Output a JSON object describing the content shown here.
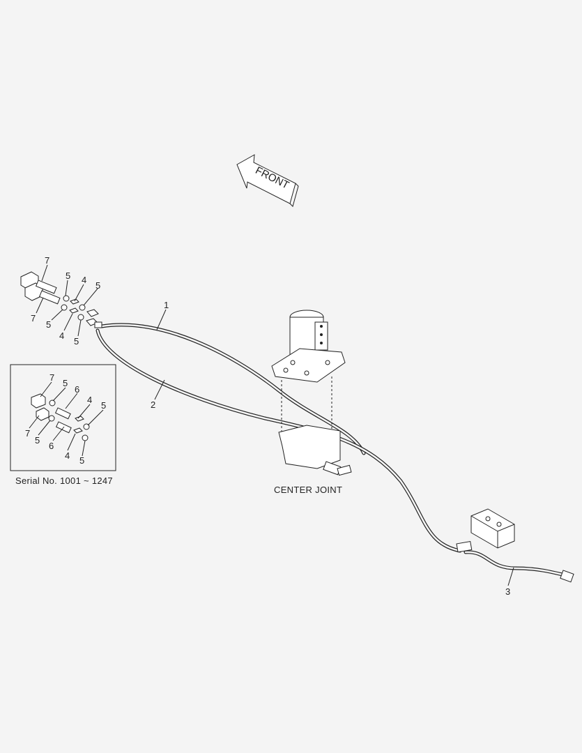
{
  "diagram": {
    "front_arrow_label": "FRONT",
    "main_caption": "CENTER JOINT",
    "inset_caption": "Serial No. 1001 ~ 1247",
    "callouts": {
      "hose_1": "1",
      "hose_2": "2",
      "hose_3": "3",
      "top_7a": "7",
      "top_5a": "5",
      "top_4a": "4",
      "top_5b": "5",
      "top_7b": "7",
      "top_5c": "5",
      "top_4b": "4",
      "top_5d": "5",
      "inset_7a": "7",
      "inset_5a": "5",
      "inset_6a": "6",
      "inset_4a": "4",
      "inset_5b": "5",
      "inset_7b": "7",
      "inset_5c": "5",
      "inset_6b": "6",
      "inset_4b": "4",
      "inset_5d": "5"
    }
  }
}
